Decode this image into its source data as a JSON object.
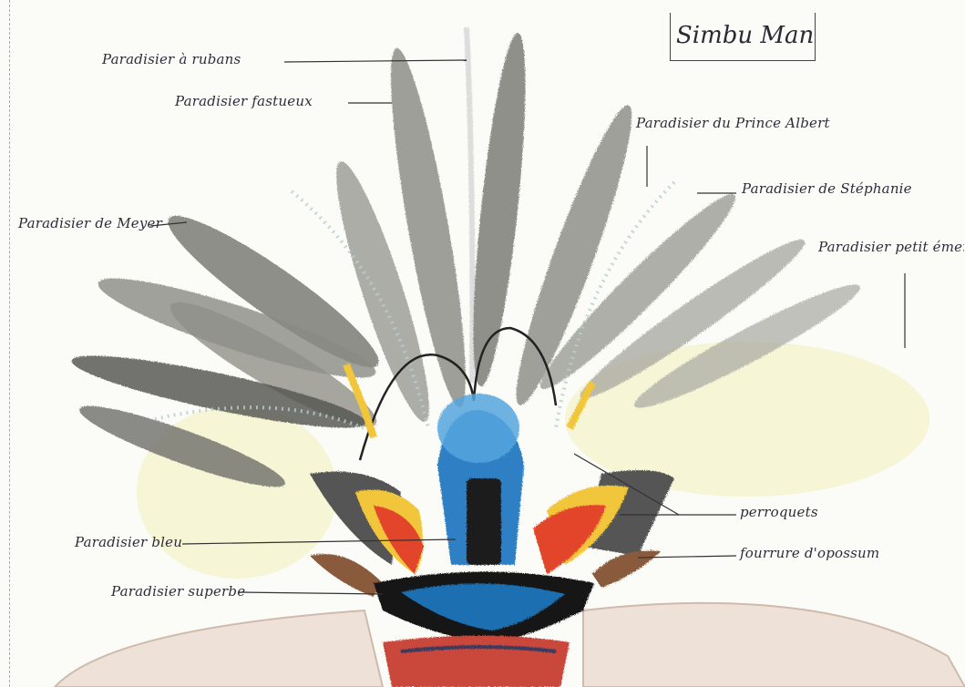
{
  "title": "Simbu Man",
  "labels": {
    "rubans": "Paradisier à rubans",
    "fastueux": "Paradisier fastueux",
    "prince_albert": "Paradisier du Prince Albert",
    "stephanie": "Paradisier de Stéphanie",
    "meyer": "Paradisier de Meyer",
    "petit_emeraude": "Paradisier petit émerau",
    "perroquets": "perroquets",
    "bleu": "Paradisier bleu",
    "opossum": "fourrure d'opossum",
    "superbe": "Paradisier superbe"
  },
  "colors": {
    "plume_grey": "#8c8c86",
    "plume_dark": "#5a5a56",
    "blue": "#2f7fc4",
    "red": "#e2452c",
    "yellow": "#f2d645",
    "brown": "#8a5a3c",
    "black": "#151515",
    "pale_yellow": "#f3f1b8",
    "skin": "#d9b9a4"
  }
}
